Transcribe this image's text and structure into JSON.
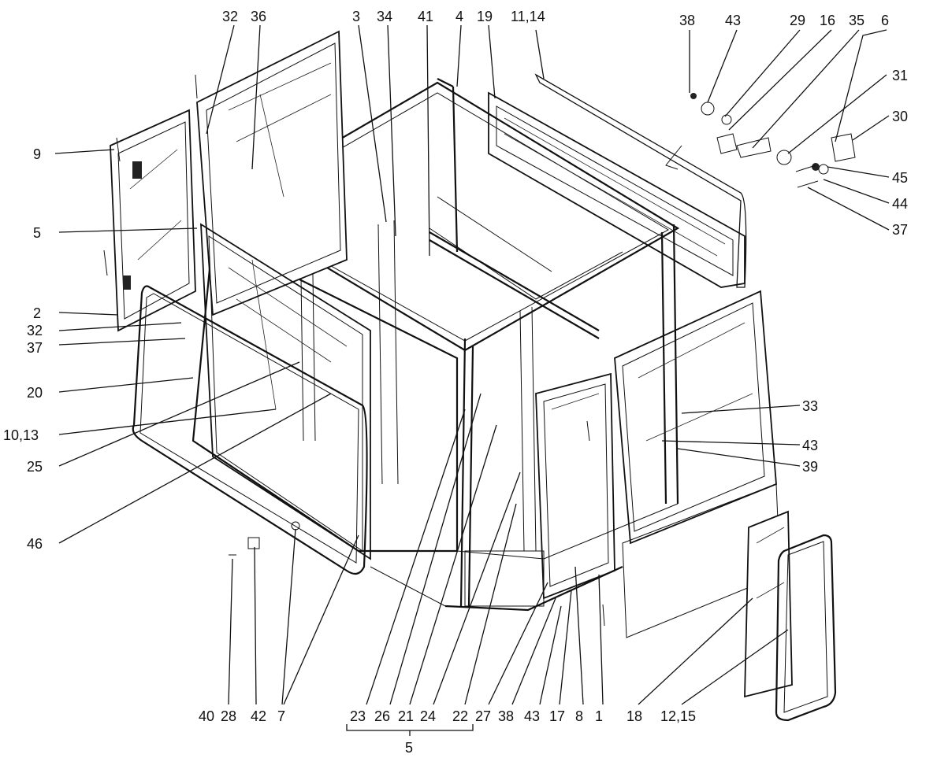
{
  "labels": {
    "l38a": "38",
    "l43a": "43",
    "l29": "29",
    "l16": "16",
    "l35": "35",
    "l6": "6",
    "l31": "31",
    "l30": "30",
    "l45": "45",
    "l44": "44",
    "l37a": "37",
    "l32a": "32",
    "l36": "36",
    "l3": "3",
    "l34": "34",
    "l41": "41",
    "l4": "4",
    "l19": "19",
    "l1114": "11,14",
    "l9": "9",
    "l5a": "5",
    "l2": "2",
    "l32b": "32",
    "l37b": "37",
    "l20": "20",
    "l1013": "10,13",
    "l25": "25",
    "l46": "46",
    "l33": "33",
    "l43b": "43",
    "l39": "39",
    "l40": "40",
    "l28": "28",
    "l42": "42",
    "l7": "7",
    "l23": "23",
    "l26": "26",
    "l21": "21",
    "l24": "24",
    "l22": "22",
    "l27": "27",
    "l38b": "38",
    "l43c": "43",
    "l17": "17",
    "l8": "8",
    "l1": "1",
    "l18": "18",
    "l1215": "12,15",
    "l5b": "5"
  }
}
